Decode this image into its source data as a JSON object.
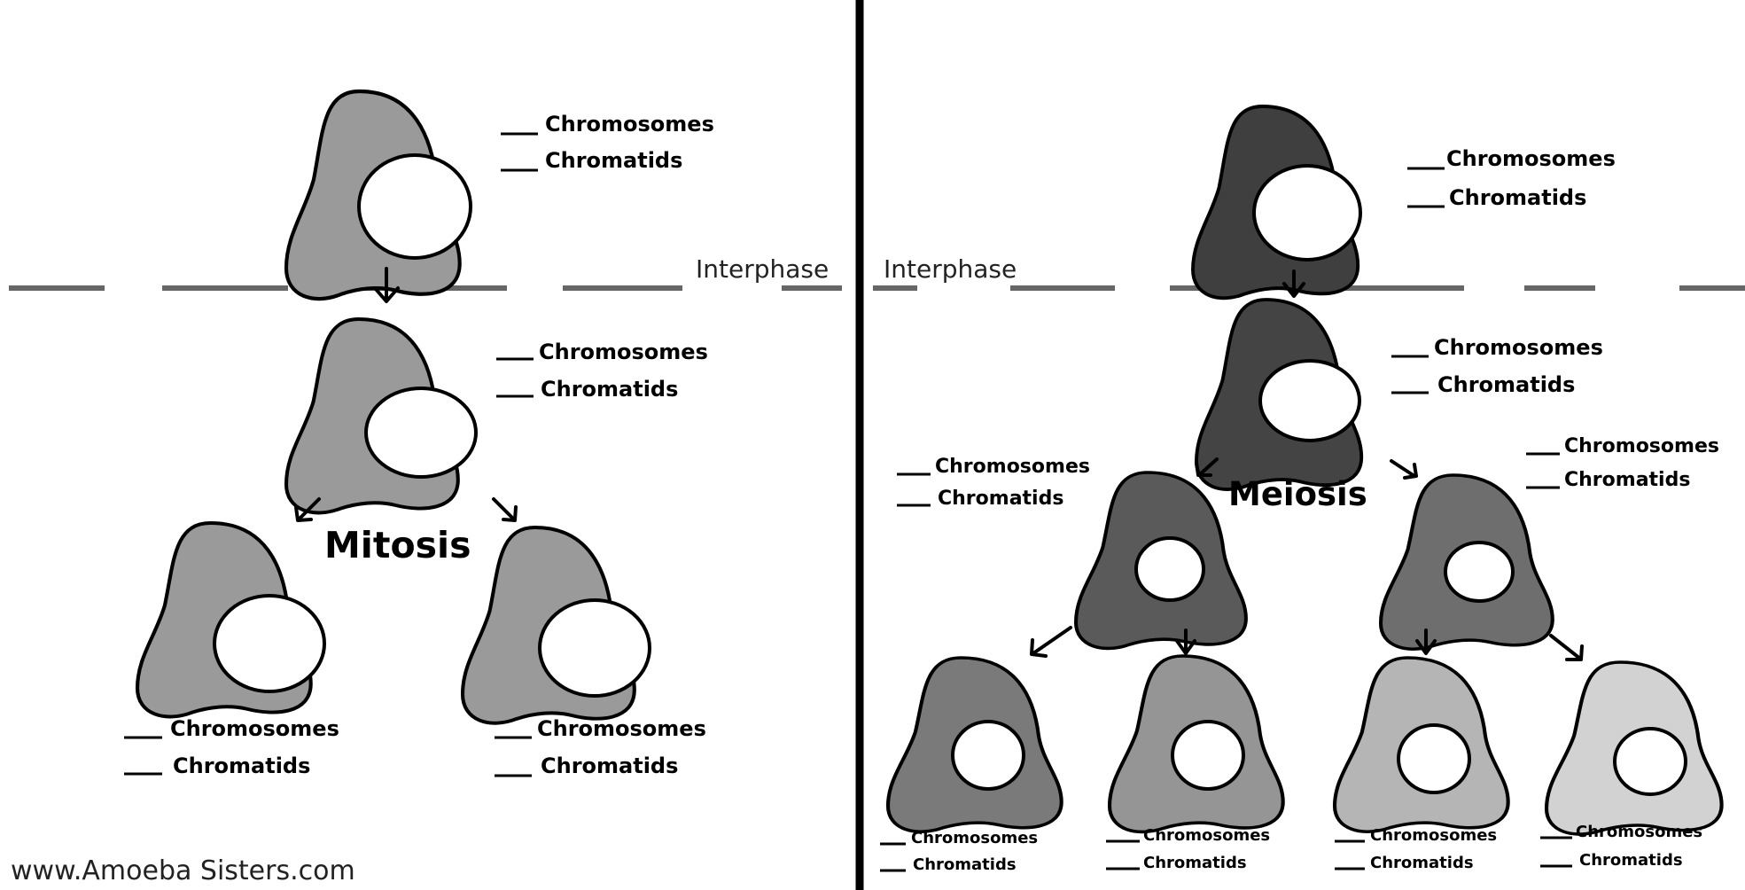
{
  "colors": {
    "mitosis_cell": "#9a9a9a",
    "meiosis_parent_cell": "#3f3f3f",
    "meiosis_second_cell": "#444444",
    "meiosis_left_mid_cell": "#5a5a5a",
    "meiosis_right_mid_cell": "#6e6e6e",
    "meiosis_final_cell_1": "#7a7a7a",
    "meiosis_final_cell_2": "#959595",
    "meiosis_final_cell_3": "#b5b5b5",
    "meiosis_final_cell_4": "#d2d2d2",
    "divider": "#000000",
    "dashed_line": "#666666"
  },
  "texts": {
    "chromosomes": "Chromosomes",
    "chromatids": "Chromatids",
    "interphase_left": "Interphase",
    "interphase_right": "Interphase",
    "mitosis_title": "Mitosis",
    "meiosis_title": "Meiosis",
    "footer_url": "www.Amoeba Sisters.com"
  }
}
